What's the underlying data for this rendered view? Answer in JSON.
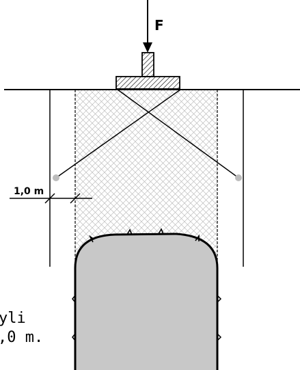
{
  "labels": {
    "force": "F",
    "dimension": "1,0 m",
    "text_fragment_1": "yli",
    "text_fragment_2": ",0 m."
  },
  "colors": {
    "line": "#000000",
    "hatch": "#bdbdbd",
    "fill_gray": "#c8c8c8",
    "marker": "#bcbcbc",
    "background": "#ffffff"
  }
}
